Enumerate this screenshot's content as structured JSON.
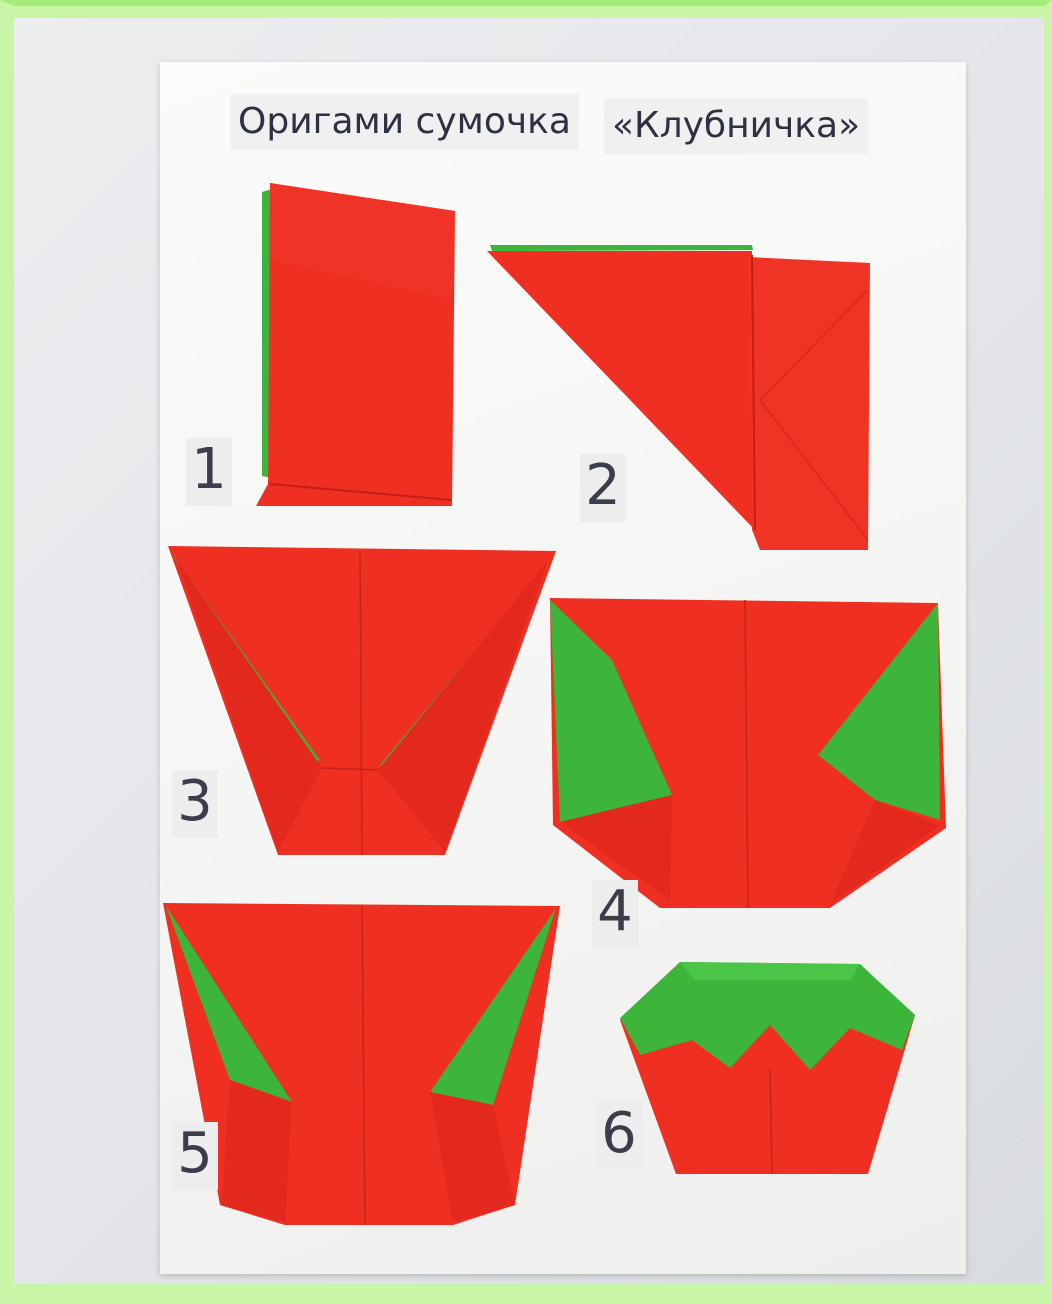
{
  "title": {
    "left": "Оригами сумочка",
    "right": "«Клубничка»"
  },
  "steps": [
    "1",
    "2",
    "3",
    "4",
    "5",
    "6"
  ],
  "colors": {
    "paper_red": "#ee2f22",
    "paper_green": "#3cb53a",
    "border_green": "#c9f5a7",
    "card_white": "#f6f6f4"
  }
}
